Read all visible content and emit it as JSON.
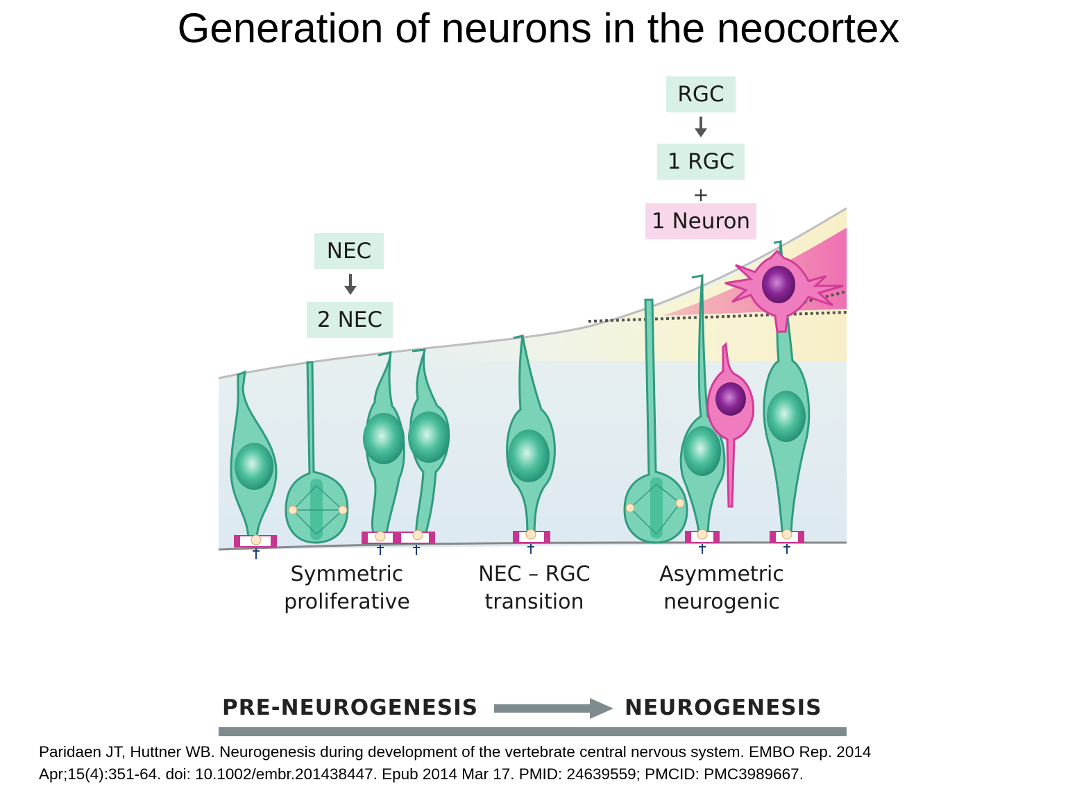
{
  "title": "Generation of neurons in the neocortex",
  "boxes": {
    "nec": "NEC",
    "two_nec": "2 NEC",
    "rgc": "RGC",
    "one_rgc": "1 RGC",
    "plus": "+",
    "one_neuron": "1 Neuron"
  },
  "stages": {
    "symmetric_line1": "Symmetric",
    "symmetric_line2": "proliferative",
    "transition_line1": "NEC – RGC",
    "transition_line2": "transition",
    "asymmetric_line1": "Asymmetric",
    "asymmetric_line2": "neurogenic"
  },
  "phases": {
    "pre": "PRE-NEUROGENESIS",
    "post": "NEUROGENESIS"
  },
  "citation": {
    "line1": "Paridaen JT, Huttner WB. Neurogenesis during development of the vertebrate central nervous system. EMBO Rep. 2014",
    "line2": "Apr;15(4):351-64. doi: 10.1002/embr.201438447. Epub 2014 Mar 17. PMID: 24639559; PMCID: PMC3989667."
  },
  "colors": {
    "progenitor_cell": "#5cc3a6",
    "progenitor_outline": "#2f9a7f",
    "neuron": "#e862b4",
    "neuron_nucleus": "#7a1f84",
    "nec_box": "#d9f0e6",
    "neuron_box": "#f8d7ea",
    "apical_junction": "#c8358f",
    "phase_bar": "#7e8b8f"
  }
}
